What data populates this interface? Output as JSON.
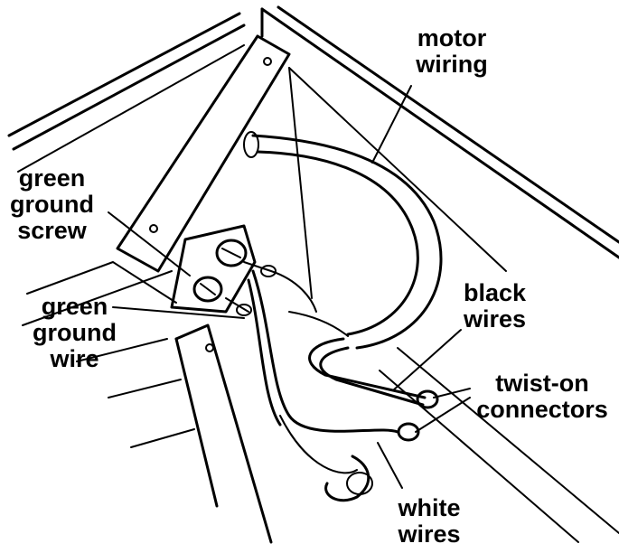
{
  "labels": {
    "motor_wiring": [
      "motor",
      "wiring"
    ],
    "green_ground_screw": [
      "green",
      "ground",
      "screw"
    ],
    "green_ground_wire": [
      "green",
      "ground",
      "wire"
    ],
    "black_wires": [
      "black",
      "wires"
    ],
    "twist_on_connectors": [
      "twist-on",
      "connectors"
    ],
    "white_wires": [
      "white",
      "wires"
    ]
  }
}
